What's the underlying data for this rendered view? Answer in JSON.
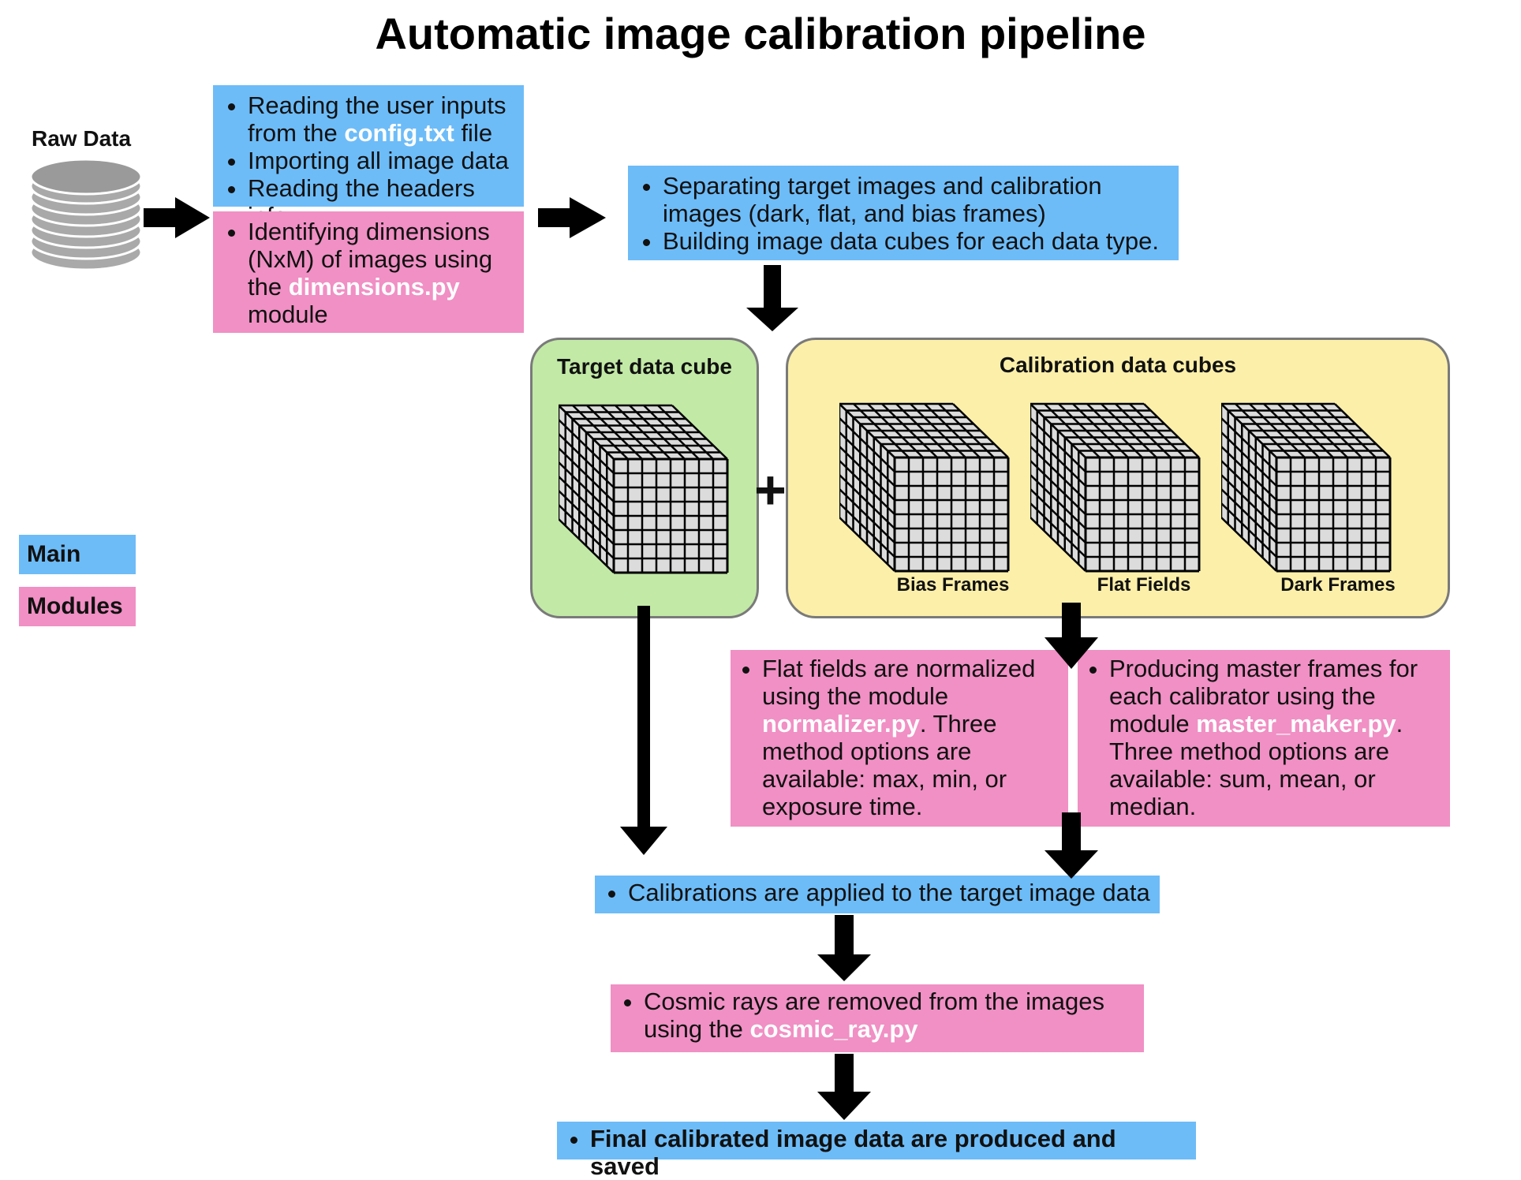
{
  "title": "Automatic image calibration pipeline",
  "raw_data": {
    "label": "Raw Data",
    "icon": "database-icon"
  },
  "box_inputs": {
    "items": [
      {
        "before": "Reading the user inputs from the ",
        "highlight": "config.txt",
        "after": " file"
      },
      {
        "text": "Importing all image data"
      },
      {
        "text": "Reading the headers info"
      }
    ]
  },
  "box_dimensions": {
    "before": "Identifying dimensions (NxM) of images using the ",
    "highlight": "dimensions.py",
    "after": " module"
  },
  "box_separating": {
    "items": [
      "Separating target images and calibration images (dark, flat, and bias frames)",
      "Building image data cubes for each data type."
    ]
  },
  "target_cube": {
    "title": "Target data cube"
  },
  "plus": "+",
  "calibration_cubes": {
    "title": "Calibration data cubes",
    "cubes": [
      "Bias Frames",
      "Flat Fields",
      "Dark Frames"
    ]
  },
  "box_normalizer": {
    "before": "Flat fields are normalized using the module ",
    "highlight": "normalizer.py",
    "after": ". Three method options are available: max, min, or exposure time."
  },
  "box_master": {
    "before": "Producing master frames for each calibrator using the module ",
    "highlight": "master_maker.py",
    "after": ". Three method options are available: sum, mean, or median."
  },
  "box_apply": {
    "text": "Calibrations are applied to the target image data"
  },
  "box_cosmic": {
    "before": "Cosmic rays are removed from the images using the ",
    "highlight": "cosmic_ray.py",
    "after": ""
  },
  "box_final": {
    "text": "Final calibrated image data are produced and saved"
  },
  "legend": {
    "main": "Main",
    "modules": "Modules"
  },
  "colors": {
    "main": "#6dbcf8",
    "modules": "#f090c4",
    "target_region": "#c2e9a6",
    "calibration_region": "#fbefaa",
    "highlight": "#ffffff"
  }
}
